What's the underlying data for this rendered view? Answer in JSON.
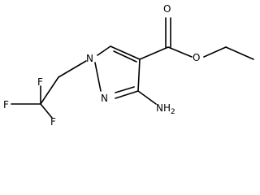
{
  "atoms": {
    "o_carbonyl": "O",
    "o_ester": "O",
    "n1": "N",
    "n2": "N",
    "f_top": "F",
    "f_left": "F",
    "f_bottom": "F",
    "amino": "NH",
    "amino_sub": "2"
  },
  "colors": {
    "bond": "#000000",
    "text": "#000000",
    "background": "#ffffff"
  }
}
